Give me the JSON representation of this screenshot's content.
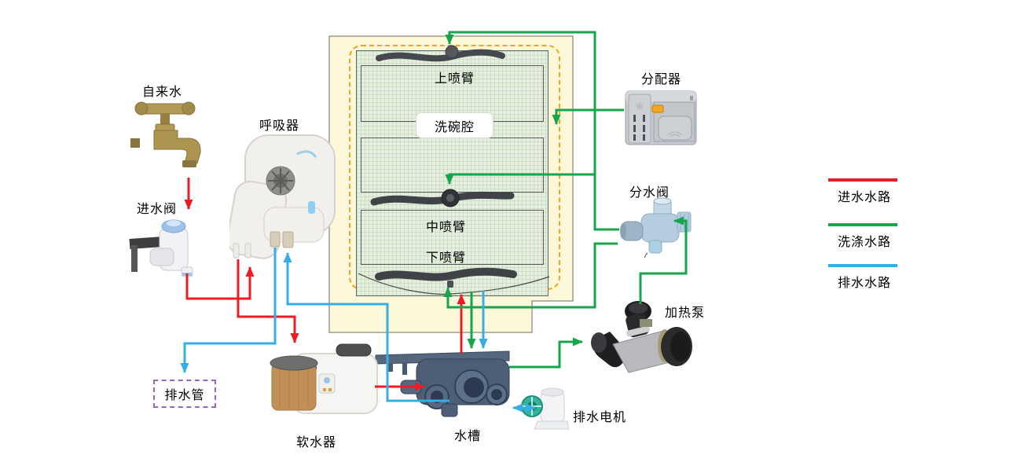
{
  "diagram": {
    "components": {
      "tap_water": "自来水",
      "inlet_valve": "进水阀",
      "breather": "呼吸器",
      "dispenser": "分配器",
      "diverter_valve": "分水阀",
      "heating_pump": "加热泵",
      "drain_motor": "排水电机",
      "sump": "水槽",
      "water_softener": "软水器",
      "drain_pipe": "排水管"
    },
    "chamber": {
      "name": "洗碗腔",
      "upper_spray_arm": "上喷臂",
      "middle_spray_arm": "中喷臂",
      "lower_spray_arm": "下喷臂"
    },
    "legend": {
      "items": [
        {
          "label": "进水水路",
          "color": "#ed1c24"
        },
        {
          "label": "洗涤水路",
          "color": "#16a44c"
        },
        {
          "label": "排水水路",
          "color": "#35aee8"
        }
      ]
    },
    "colors": {
      "inlet_line": "#ed1c24",
      "wash_line": "#16a44c",
      "drain_line": "#35aee8",
      "chamber_fill": "#fcf8d9",
      "tub_fill": "#e4efdd",
      "tub_ring": "#f6a41c",
      "drain_pipe_border": "#9a63c8"
    }
  }
}
